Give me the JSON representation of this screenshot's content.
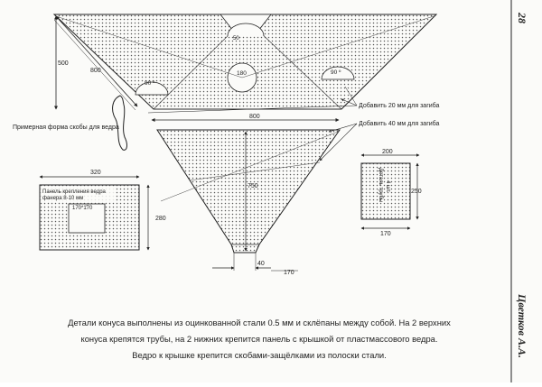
{
  "page": {
    "number": "28",
    "author": "Цветков А.А."
  },
  "drawing": {
    "top_part": {
      "dim_height": "500",
      "dim_side": "800",
      "dim_small": "50",
      "angle_left": "90 º",
      "angle_right": "90 º",
      "dim_circle": "180",
      "note_20mm": "Добавить 20 мм для загиба",
      "note_40mm": "Добавить 40 мм для загиба",
      "bracket_caption": "Примерная форма скобы для ведра"
    },
    "cone": {
      "dim_top": "800",
      "dim_height": "750",
      "dim_bottom": "40",
      "dim_offset": "170"
    },
    "panel": {
      "dim_width": "320",
      "dim_height": "280",
      "label_line1": "Панель крепления ведра",
      "label_line2": "фанера 8-10 мм",
      "hole_size": "170*170"
    },
    "pipe": {
      "dim_top": "200",
      "dim_height": "250",
      "dim_bottom": "170",
      "label_line1": "Деталь трубы",
      "label_line2": "4 шт."
    }
  },
  "caption": {
    "line1": "Детали конуса выполнены из оцинкованной стали 0.5 мм и склёпаны между собой. На 2 верхних",
    "line2": "конуса крепятся трубы, на 2 нижних крепится панель с крышкой от пластмассового ведра.",
    "line3": "Ведро к крышке крепится скобами-защёлками из полоски стали."
  }
}
